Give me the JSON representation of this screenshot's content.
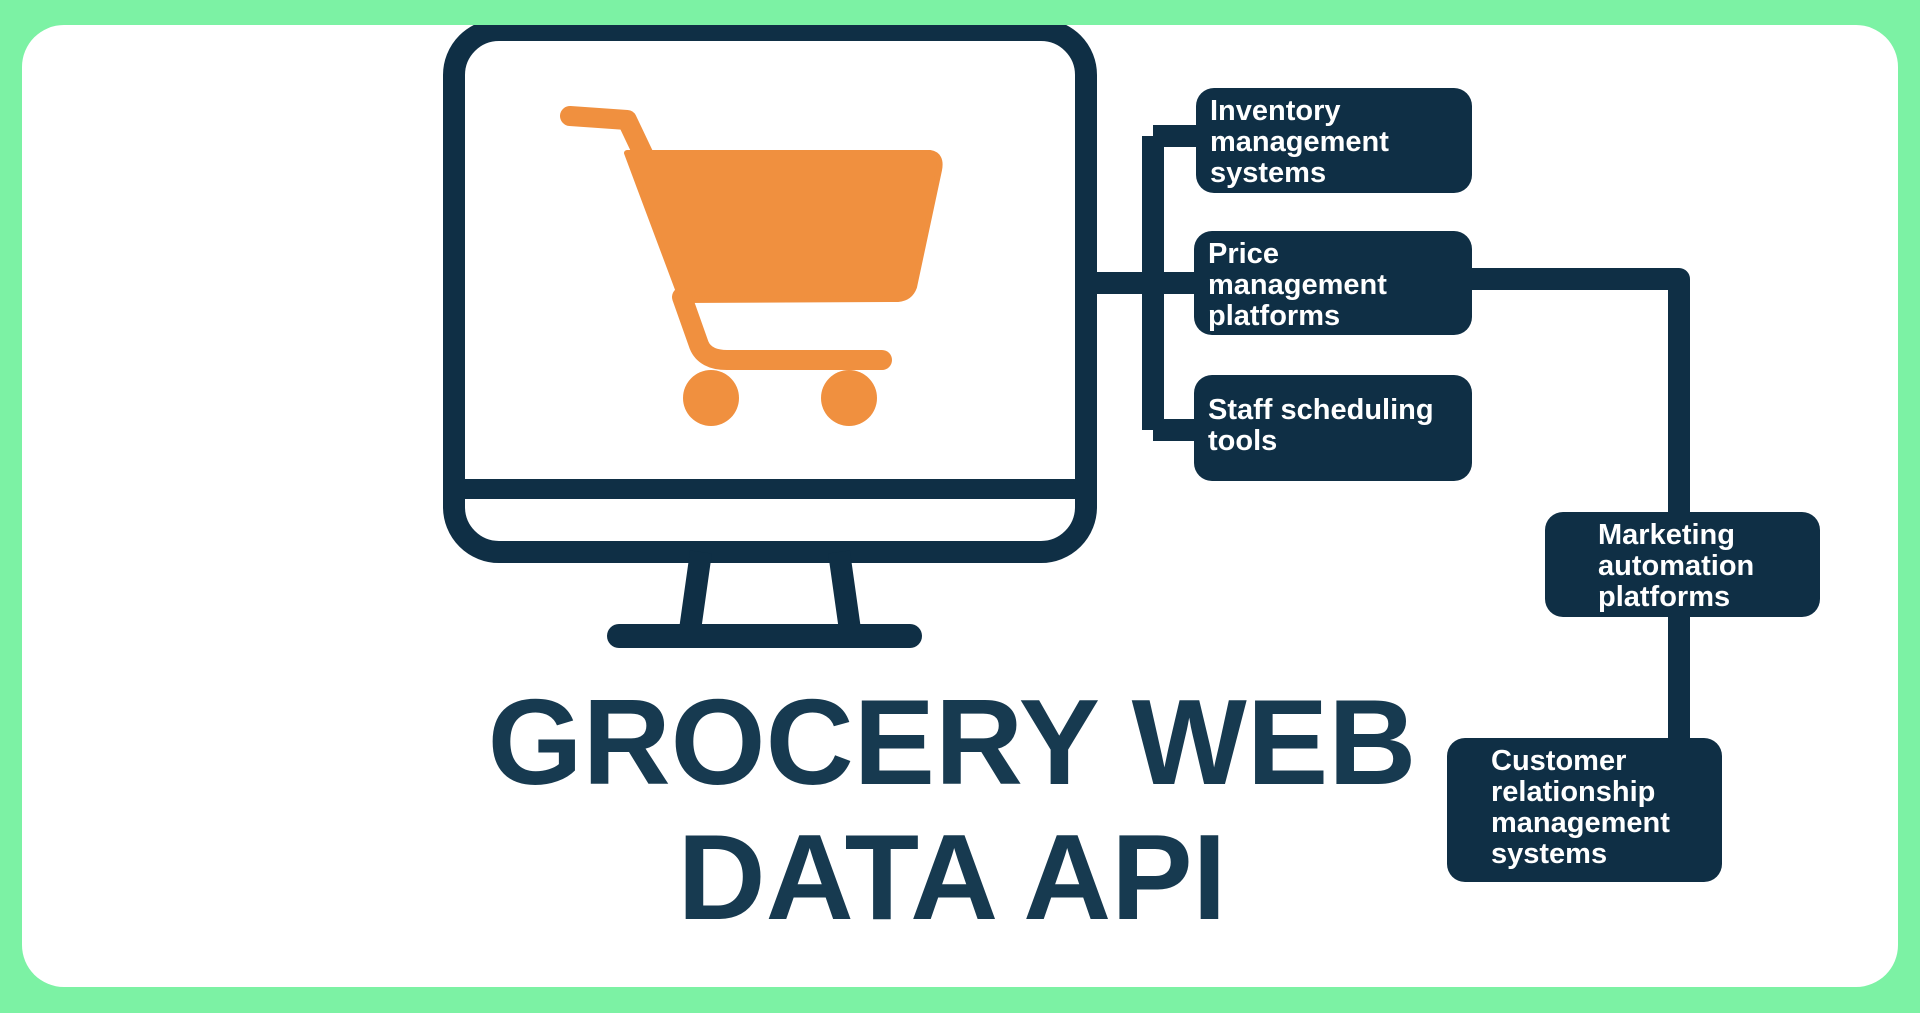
{
  "title": "GROCERY WEB\nDATA API",
  "icons": {
    "monitor": "computer-monitor-icon",
    "cart": "shopping-cart-icon"
  },
  "colors": {
    "background": "#7cf2a4",
    "panel": "#ffffff",
    "dark": "#0f2f45",
    "cart": "#f0903f",
    "title": "#173a50"
  },
  "nodes": {
    "inventory": "Inventory\nmanagement\nsystems",
    "price": "Price\nmanagement\nplatforms",
    "staff": "Staff scheduling\ntools",
    "marketing": "Marketing\nautomation\nplatforms",
    "crm": "Customer\nrelationship\nmanagement\nsystems"
  }
}
